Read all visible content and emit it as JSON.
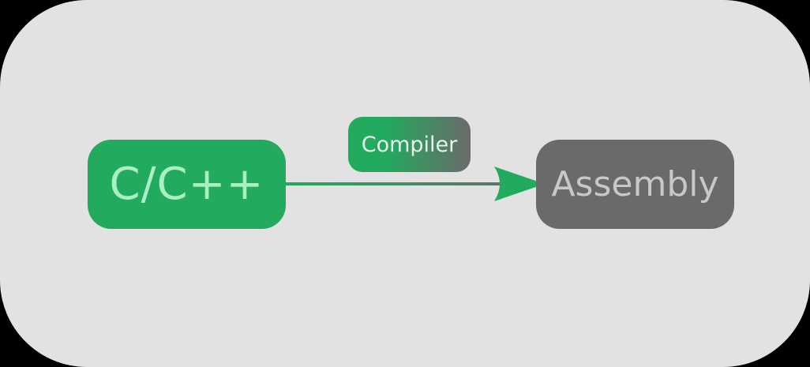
{
  "colors": {
    "background": "#e2e2e2",
    "source_fill": "#22aa5e",
    "source_text": "#a8f0c4",
    "target_fill": "#6a6a6a",
    "target_text": "#c8c8c8",
    "label_text": "#e6f4ec",
    "edge_start": "#22aa5e",
    "edge_end": "#6a6a6a"
  },
  "diagram": {
    "source": {
      "label": "C/C++"
    },
    "target": {
      "label": "Assembly"
    },
    "edge": {
      "label": "Compiler"
    }
  }
}
